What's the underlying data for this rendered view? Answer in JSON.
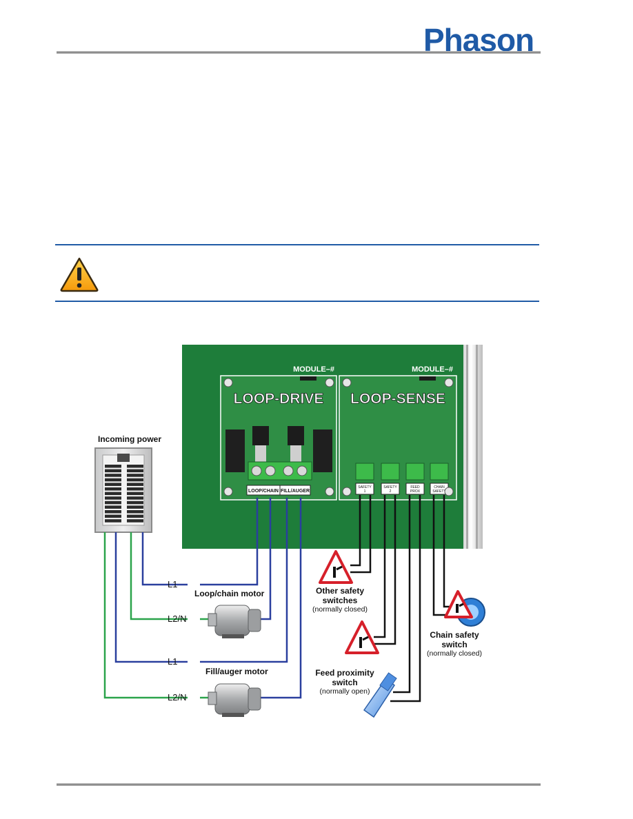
{
  "brand": {
    "logo_text": "Phason"
  },
  "diagram": {
    "modules": {
      "drive": {
        "title": "LOOP-DRIVE",
        "id_label": "MODULE–#",
        "terminals": [
          "LOOP/CHAIN",
          "FILL/AUGER"
        ]
      },
      "sense": {
        "title": "LOOP-SENSE",
        "id_label": "MODULE–#",
        "terminals": [
          {
            "line1": "SAFETY",
            "line2": "1"
          },
          {
            "line1": "SAFETY",
            "line2": "2"
          },
          {
            "line1": "FEED",
            "line2": "PROX"
          },
          {
            "line1": "CHAIN",
            "line2": "SAFETY"
          }
        ]
      }
    },
    "incoming_power": "Incoming power",
    "wire_labels": {
      "l1_top": "L1",
      "l2n_top": "L2/N",
      "l1_bottom": "L1",
      "l2n_bottom": "L2/N"
    },
    "loop_motor": "Loop/chain motor",
    "fill_motor": "Fill/auger motor",
    "other_safety": {
      "title_line1": "Other safety",
      "title_line2": "switches",
      "note": "(normally closed)"
    },
    "chain_safety": {
      "title_line1": "Chain safety",
      "title_line2": "switch",
      "note": "(normally closed)"
    },
    "feed_prox": {
      "title_line1": "Feed proximity",
      "title_line2": "switch",
      "note": "(normally open)"
    }
  },
  "colors": {
    "brand_blue": "#1f5aa6",
    "board_green": "#1e7d3a",
    "wire_blue": "#2a3f9e",
    "wire_green": "#2aa34a",
    "terminal_green": "#3dbb4a"
  }
}
